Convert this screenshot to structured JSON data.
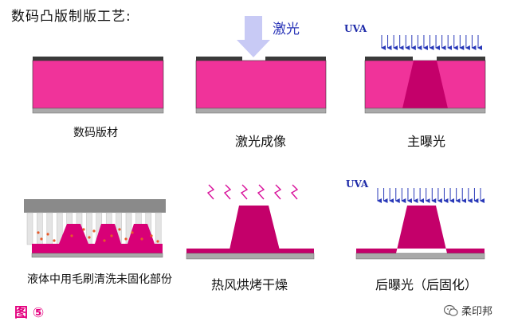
{
  "header": {
    "title": "数码凸版制版工艺:"
  },
  "steps": [
    {
      "label": "数码版材"
    },
    {
      "label": "激光成像",
      "annotation": "激光"
    },
    {
      "label": "主曝光",
      "annotation": "UVA"
    },
    {
      "label": "液体中用毛刷清洗未固化部份"
    },
    {
      "label": "热风烘烤干燥"
    },
    {
      "label": "后曝光（后固化）",
      "annotation": "UVA"
    }
  ],
  "footer": {
    "figure_label": "图 ⑤",
    "brand": "柔印邦"
  },
  "colors": {
    "polymer": "#f0339a",
    "cured": "#c4006a",
    "mask": "#3a3a3a",
    "base": "#a9a9a9",
    "arrow": "#2838b8",
    "laser_arrow": "#c8caf5",
    "heat": "#d8119b",
    "brush": "#8a8a8a",
    "fig_label": "#e4007f"
  }
}
